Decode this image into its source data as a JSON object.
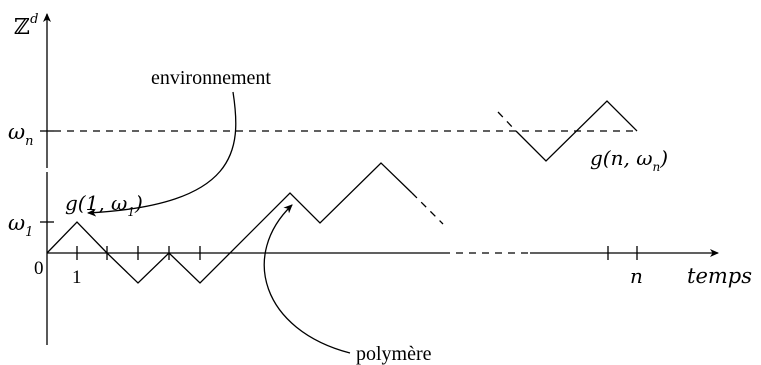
{
  "colors": {
    "ink": "#000000",
    "background": "#ffffff"
  },
  "axes": {
    "y_label": "ℤ",
    "y_label_superscript": "d",
    "x_label": "temps",
    "origin_label": "0",
    "tick_1_label": "1",
    "tick_n_label": "n"
  },
  "levels": {
    "omega_n_label": "ω",
    "omega_n_sub": "n",
    "omega_1_label": "ω",
    "omega_1_sub": "1"
  },
  "annotations": {
    "environnement": "environnement",
    "polymere": "polymère",
    "g1": "g(1, ω",
    "g1_sub": "1",
    "g1_close": ")",
    "gn": "g(n, ω",
    "gn_sub": "n",
    "gn_close": ")"
  },
  "icons": {
    "axis_arrow": "arrow-head-icon",
    "pointer_arrow": "curved-arrow-icon"
  }
}
